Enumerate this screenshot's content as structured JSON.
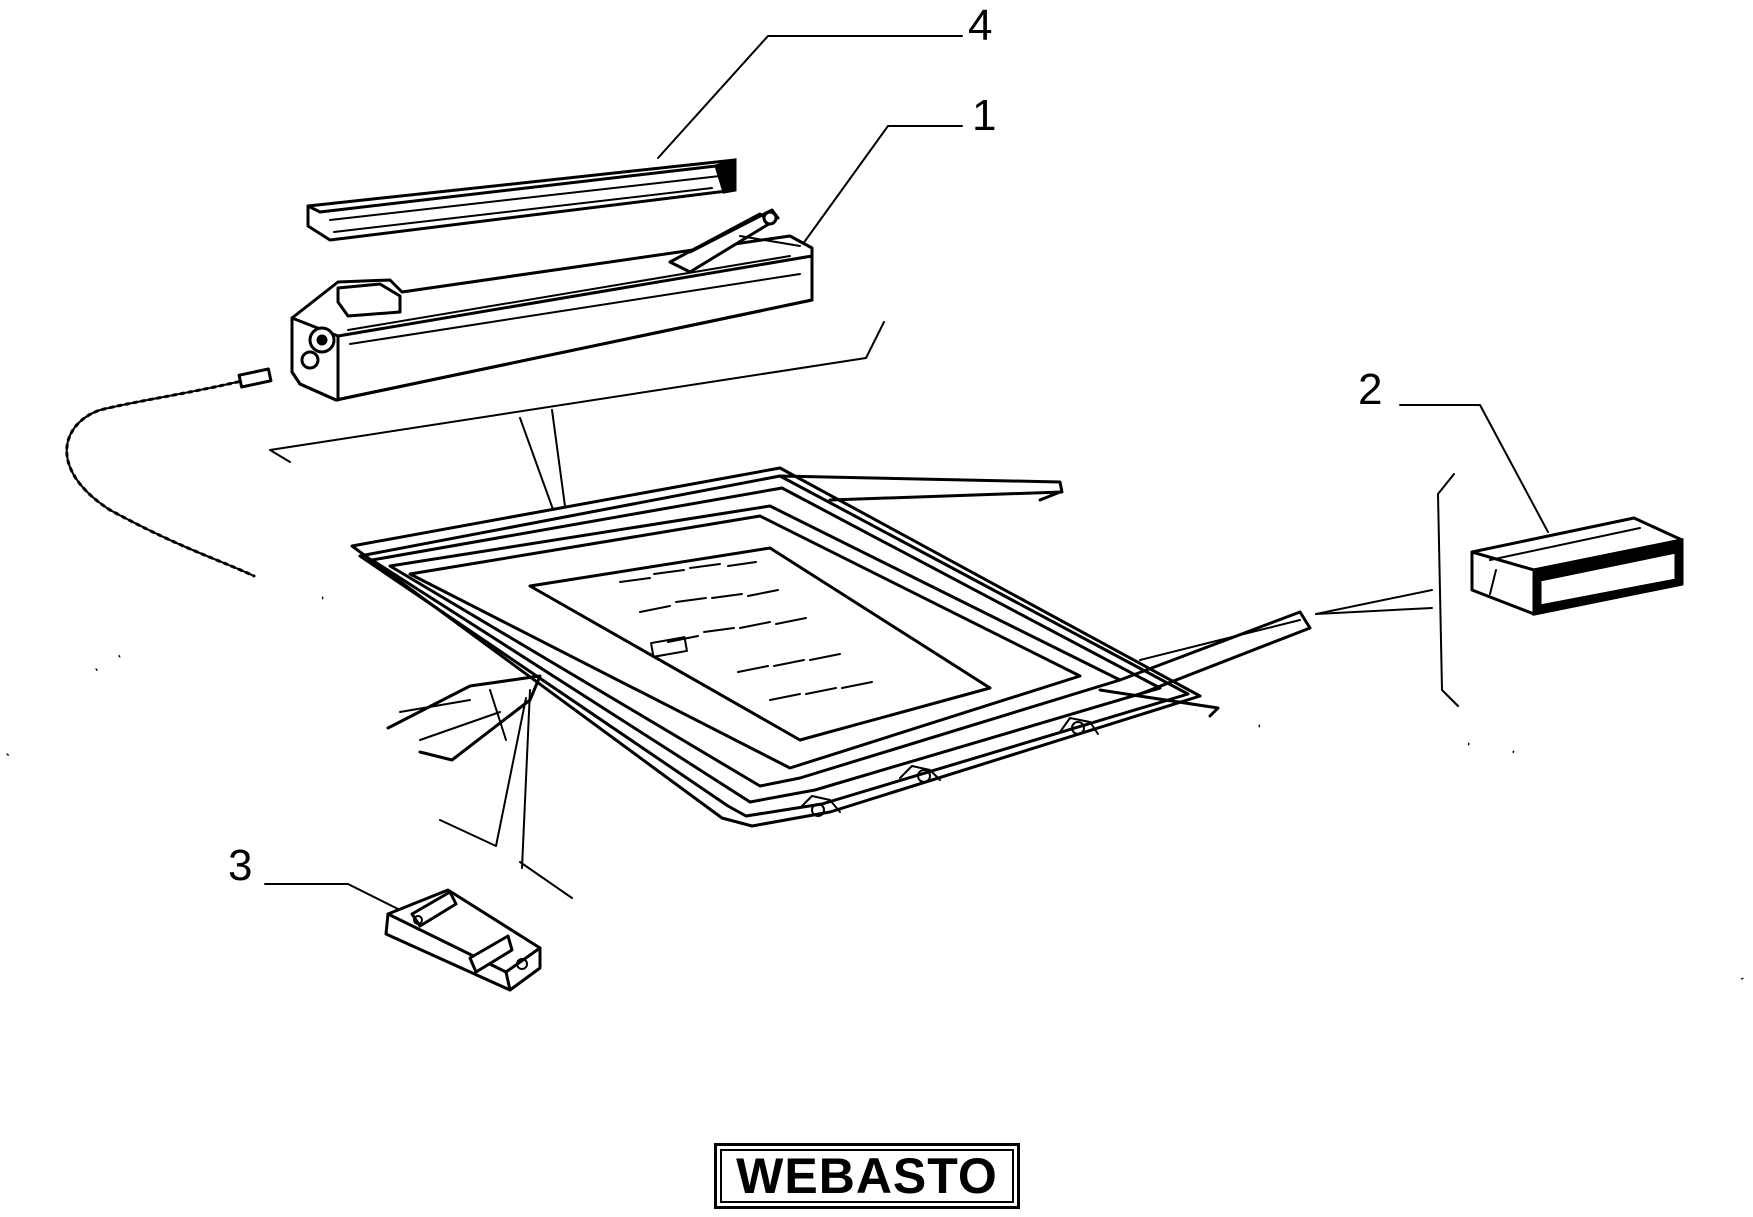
{
  "diagram": {
    "callouts": [
      {
        "id": "4",
        "label": "4"
      },
      {
        "id": "1",
        "label": "1"
      },
      {
        "id": "2",
        "label": "2"
      },
      {
        "id": "3",
        "label": "3"
      }
    ],
    "brand_label": "WEBASTO"
  },
  "colors": {
    "ink": "#000000",
    "paper": "#ffffff"
  }
}
